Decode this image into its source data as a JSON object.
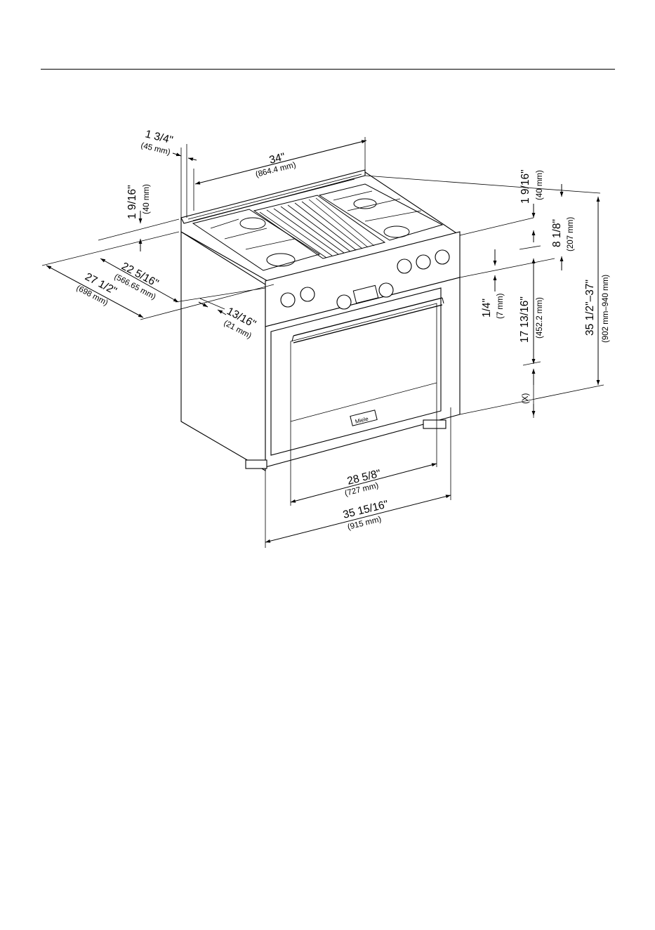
{
  "diagram": {
    "brand_logo_text": "Miele",
    "dimensions": {
      "top_depth_imperial": "1 3/4\"",
      "top_depth_metric": "(45 mm)",
      "width_top_imperial": "34\"",
      "width_top_metric": "(864.4 mm)",
      "left_height_imperial": "1 9/16\"",
      "left_height_metric": "(40 mm)",
      "inner_depth_imperial": "22 5/16\"",
      "inner_depth_metric": "(566.65 mm)",
      "total_depth_imperial": "27 1/2\"",
      "total_depth_metric": "(698 mm)",
      "front_offset_imperial": "13/16\"",
      "front_offset_metric": "(21 mm)",
      "right_top_imperial": "1 9/16\"",
      "right_top_metric": "(40 mm)",
      "backguard_imperial": "8 1/8\"",
      "backguard_metric": "(207 mm)",
      "panel_gap_imperial": "1/4\"",
      "panel_gap_metric": "(7 mm)",
      "door_height_imperial": "17 13/16\"",
      "door_height_metric": "(452.2 mm)",
      "total_height_imperial": "35 1/2\"–37\"",
      "total_height_metric": "(902 mm–940 mm)",
      "foot_variable": "(X)",
      "door_width_imperial": "28 5/8\"",
      "door_width_metric": "(727 mm)",
      "total_width_imperial": "35 15/16\"",
      "total_width_metric": "(915 mm)"
    }
  }
}
